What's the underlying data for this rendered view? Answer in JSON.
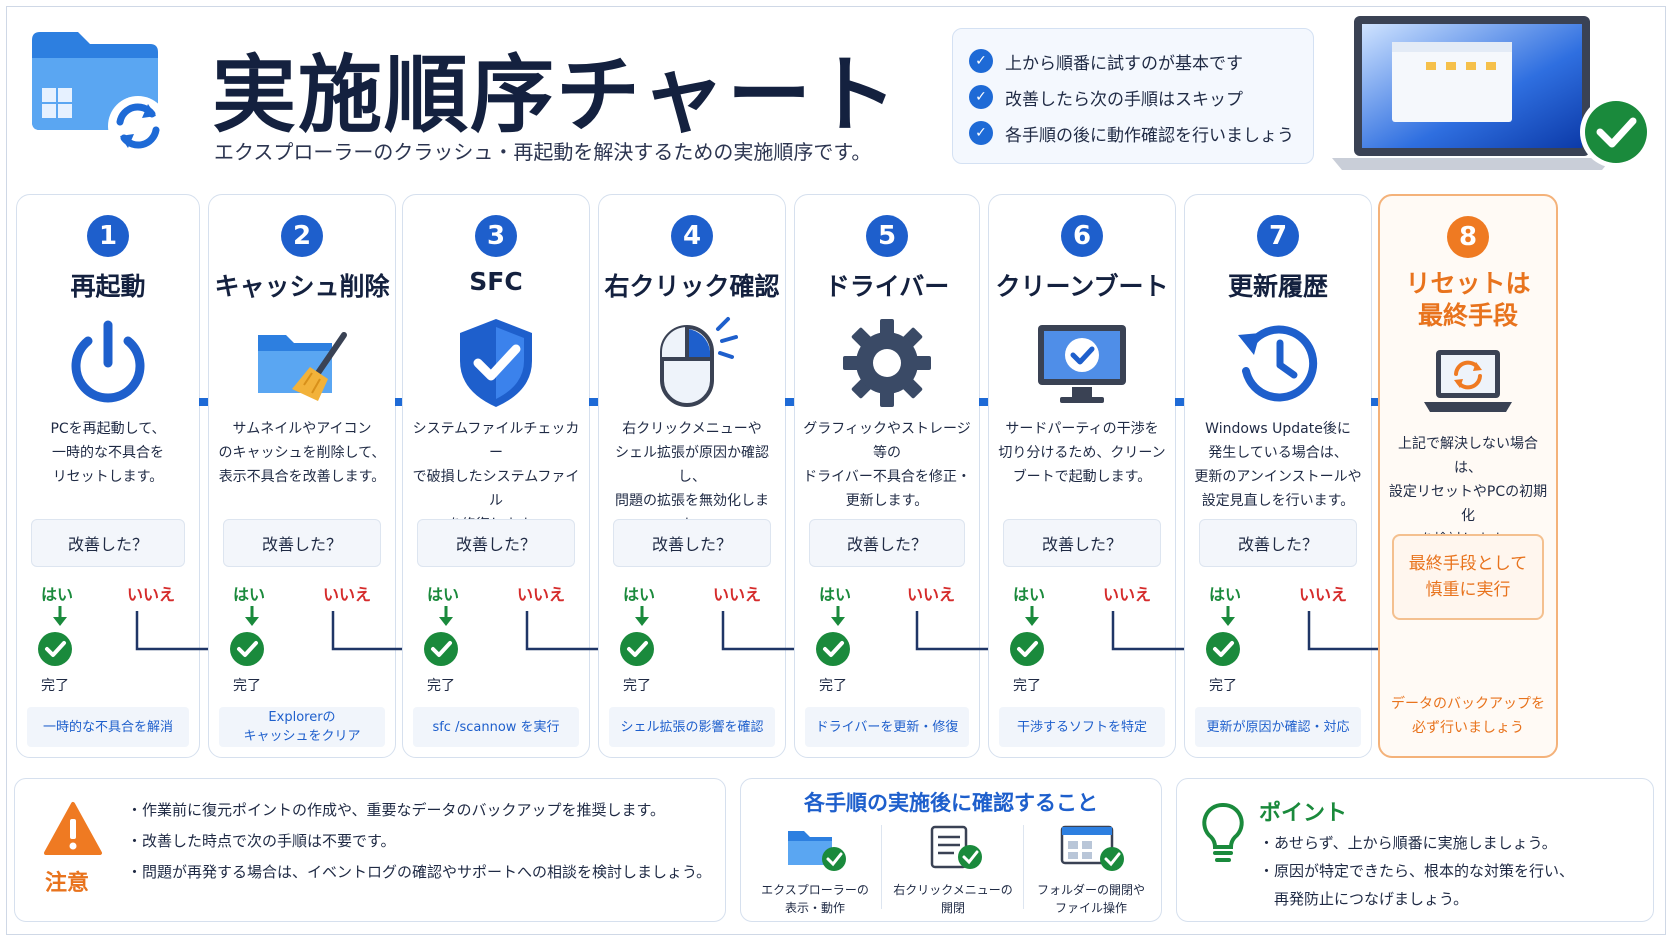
{
  "header": {
    "title": "実施順序チャート",
    "subtitle": "エクスプローラーのクラッシュ・再起動を解決するための実施順序です。",
    "tips": [
      "上から順番に試すのが基本です",
      "改善したら次の手順はスキップ",
      "各手順の後に動作確認を行いましょう"
    ]
  },
  "colors": {
    "primary": "#1e5fcc",
    "navy": "#14213f",
    "success": "#1a8a3c",
    "danger": "#d52b2b",
    "accent_orange": "#e8731d"
  },
  "common": {
    "question": "改善した？",
    "yes": "はい",
    "no": "いいえ",
    "done": "完了"
  },
  "steps": [
    {
      "number": "1",
      "title": "再起動",
      "icon": "power-icon",
      "desc": [
        "PCを再起動して、",
        "一時的な不具合を",
        "リセットします。"
      ],
      "result": [
        "一時的な不具合を解消"
      ]
    },
    {
      "number": "2",
      "title": "キャッシュ削除",
      "icon": "folder-broom-icon",
      "desc": [
        "サムネイルやアイコン",
        "のキャッシュを削除して、",
        "表示不具合を改善します。"
      ],
      "result": [
        "Explorerの",
        "キャッシュをクリア"
      ]
    },
    {
      "number": "3",
      "title": "SFC",
      "icon": "shield-check-icon",
      "desc": [
        "システムファイルチェッカー",
        "で破損したシステムファイル",
        "を修復します。"
      ],
      "result": [
        "sfc /scannow を実行"
      ]
    },
    {
      "number": "4",
      "title": "右クリック確認",
      "icon": "mouse-click-icon",
      "desc": [
        "右クリックメニューや",
        "シェル拡張が原因か確認し、",
        "問題の拡張を無効化します。"
      ],
      "result": [
        "シェル拡張の影響を確認"
      ]
    },
    {
      "number": "5",
      "title": "ドライバー",
      "icon": "gear-icon",
      "desc": [
        "グラフィックやストレージ等の",
        "ドライバー不具合を修正・",
        "更新します。"
      ],
      "result": [
        "ドライバーを更新・修復"
      ]
    },
    {
      "number": "6",
      "title": "クリーンブート",
      "icon": "monitor-check-icon",
      "desc": [
        "サードパーティの干渉を",
        "切り分けるため、クリーン",
        "ブートで起動します。"
      ],
      "result": [
        "干渉するソフトを特定"
      ]
    },
    {
      "number": "7",
      "title": "更新履歴",
      "icon": "history-clock-icon",
      "desc": [
        "Windows Update後に",
        "発生している場合は、",
        "更新のアンインストールや",
        "設定見直しを行います。"
      ],
      "result": [
        "更新が原因か確認・対応"
      ]
    }
  ],
  "final_step": {
    "number": "8",
    "title": [
      "リセットは",
      "最終手段"
    ],
    "icon": "laptop-reset-icon",
    "desc": [
      "上記で解決しない場合は、",
      "設定リセットやPCの初期化",
      "を検討します。"
    ],
    "box": [
      "最終手段として",
      "慎重に実行"
    ],
    "backup": [
      "データのバックアップを",
      "必ず行いましょう"
    ]
  },
  "caution": {
    "label": "注意",
    "notes": [
      "・作業前に復元ポイントの作成や、重要なデータのバックアップを推奨します。",
      "・改善した時点で次の手順は不要です。",
      "・問題が再発する場合は、イベントログの確認やサポートへの相談を検討しましょう。"
    ]
  },
  "checks": {
    "title": "各手順の実施後に確認すること",
    "items": [
      {
        "icon": "folder-check-icon",
        "label": [
          "エクスプローラーの",
          "表示・動作"
        ]
      },
      {
        "icon": "menu-check-icon",
        "label": [
          "右クリックメニューの",
          "開閉"
        ]
      },
      {
        "icon": "window-check-icon",
        "label": [
          "フォルダーの開閉や",
          "ファイル操作"
        ]
      }
    ]
  },
  "point": {
    "title": "ポイント",
    "lines": [
      "・あせらず、上から順番に実施しましょう。",
      "・原因が特定できたら、根本的な対策を行い、",
      "　再発防止につなげましょう。"
    ]
  }
}
